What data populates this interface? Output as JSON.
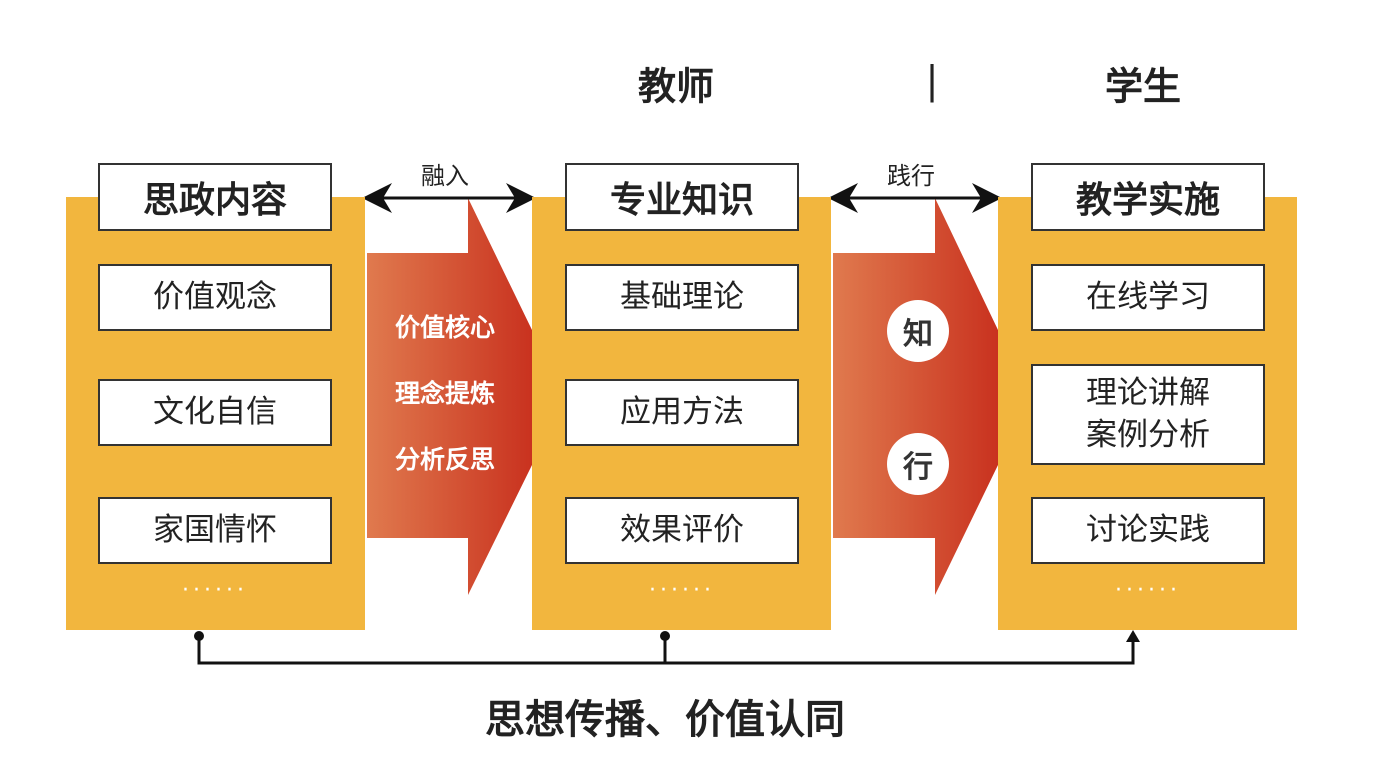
{
  "headers": {
    "teacher": "教师",
    "separator": "|",
    "student": "学生"
  },
  "columns": [
    {
      "title": "思政内容",
      "items": [
        "价值观念",
        "文化自信",
        "家国情怀"
      ],
      "more": "······"
    },
    {
      "title": "专业知识",
      "items": [
        "基础理论",
        "应用方法",
        "效果评价"
      ],
      "more": "······"
    },
    {
      "title": "教学实施",
      "items": [
        "在线学习",
        "理论讲解\n案例分析",
        "讨论实践"
      ],
      "more": "······"
    }
  ],
  "connectors": [
    {
      "label": "融入",
      "arrow_text": [
        "价值核心",
        "理念提炼",
        "分析反思"
      ]
    },
    {
      "label": "践行",
      "circles": [
        "知",
        "行"
      ]
    }
  ],
  "footer": "思想传播、价值认同",
  "colors": {
    "panel": "#f2b63e",
    "arrow_start": "#e07a4e",
    "arrow_end": "#c9321f"
  }
}
